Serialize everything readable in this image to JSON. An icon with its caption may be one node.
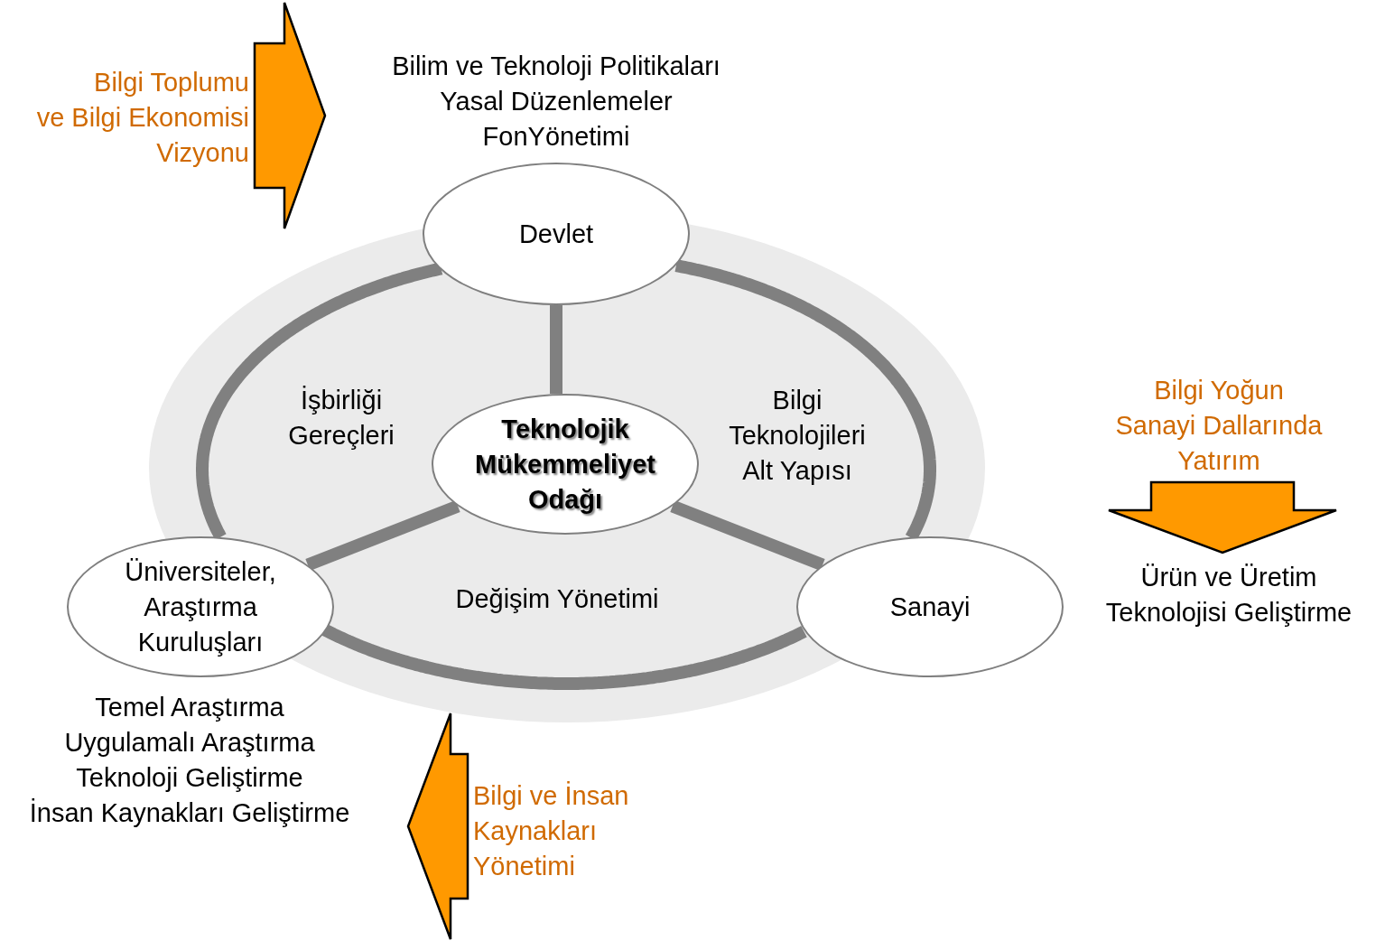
{
  "diagram": {
    "nodes": [
      {
        "text": [
          "Devlet"
        ]
      },
      {
        "text": [
          "Teknolojik Mükemmeliyet Odağı"
        ]
      },
      {
        "text": [
          "Üniversiteler, Araştırma Kuruluşları"
        ]
      },
      {
        "text": [
          "Sanayi"
        ]
      },
      {
        "text": [
          "Bilgi Toplumu",
          "ve Bilgi Ekonomisi",
          "Vizyonu"
        ]
      },
      {
        "text": [
          "Bilim ve Teknoloji Politikaları",
          "Yasal Düzenlemeler",
          "FonYönetimi"
        ]
      },
      {
        "text": [
          "Bilgi Yoğun",
          "Sanayi Dallarında",
          "Yatırım"
        ]
      },
      {
        "text": [
          "Ürün ve Üretim Teknolojisi Geliştirme"
        ]
      },
      {
        "text": [
          "Temel Araştırma",
          "Uygulamalı Araştırma",
          "Teknoloji Geliştirme",
          "İnsan Kaynakları Geliştirme"
        ]
      },
      {
        "text": [
          "Bilgi ve İnsan Kaynakları Yönetimi"
        ]
      }
    ],
    "edges": [
      {
        "from": 1,
        "to": 0,
        "arrow": "none"
      },
      {
        "from": 1,
        "to": 2,
        "arrow": "none"
      },
      {
        "from": 1,
        "to": 3,
        "arrow": "none"
      },
      {
        "from": 0,
        "to": 3,
        "arrow": "none"
      },
      {
        "from": 3,
        "to": 2,
        "arrow": "none"
      },
      {
        "from": 2,
        "to": 0,
        "arrow": "none"
      },
      {
        "from": 4,
        "to": 5,
        "arrow": "to",
        "color": "#ff9900"
      },
      {
        "from": 6,
        "to": 7,
        "arrow": "to",
        "color": "#ff9900"
      },
      {
        "from": 9,
        "to": 8,
        "arrow": "to",
        "color": "#ff9900"
      }
    ],
    "labels": [
      "İşbirliği Gereçleri",
      "Bilgi Teknolojileri Alt Yapısı",
      "Değişim Yönetimi"
    ]
  }
}
